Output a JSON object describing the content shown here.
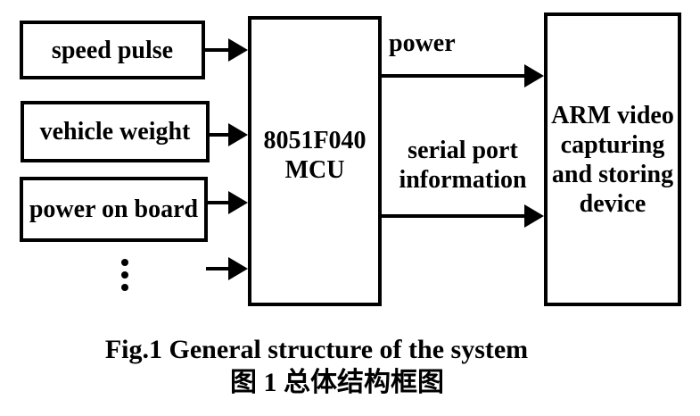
{
  "figure": {
    "inputs": [
      {
        "label": "speed pulse"
      },
      {
        "label": "vehicle weight"
      },
      {
        "label": "power on board"
      }
    ],
    "mcu": {
      "line1": "8051F040",
      "line2": "MCU"
    },
    "output_device": {
      "lines": [
        "ARM video",
        "capturing",
        "and storing",
        "device"
      ]
    },
    "connections": {
      "power_label": "power",
      "serial_label_line1": "serial port",
      "serial_label_line2": "information"
    },
    "caption_en": "Fig.1 General structure of the system",
    "caption_zh": "图 1 总体结构框图",
    "colors": {
      "ink": "#000000",
      "background": "#ffffff"
    }
  }
}
